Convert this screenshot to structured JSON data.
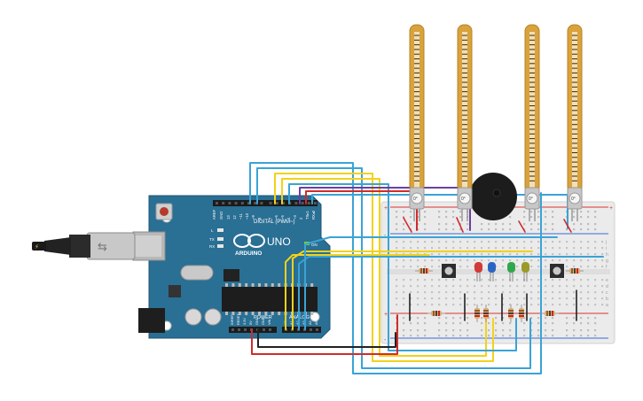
{
  "colors": {
    "board": "#2a6f94",
    "breadboard": "#ebebeb",
    "wire_red": "#d22b2b",
    "wire_yellow": "#f2d21b",
    "wire_blue": "#3aa3d6",
    "wire_black": "#222222",
    "wire_purple": "#6c3fa0",
    "flex": "#d9a23c"
  },
  "arduino": {
    "logo": "ARDUINO",
    "model": "UNO",
    "digital_header": "DIGITAL (PWM~)",
    "power_header": "POWER",
    "analog_header": "ANALOG IN",
    "on_label": "ON",
    "pin_labels": {
      "aref": "AREF",
      "gnd": "GND",
      "d13": "13",
      "d12": "12",
      "d11": "~11",
      "d10": "~10",
      "d9": "~9",
      "d8": "8",
      "d7": "7",
      "d6": "~6",
      "d5": "~5",
      "d4": "4",
      "d3": "~3",
      "d2": "2",
      "tx1": "TX▸1",
      "rx0": "RX◂0",
      "l": "L",
      "tx": "TX",
      "rx": "RX",
      "ioref": "IOREF",
      "reset": "RESET",
      "v33": "3.3V",
      "v5": "5V",
      "gnd1": "GND",
      "gnd2": "GND",
      "vin": "VIN",
      "a0": "A0",
      "a1": "A1",
      "a2": "A2",
      "a3": "A3",
      "a4": "A4",
      "a5": "A5"
    }
  },
  "sensors": {
    "flex_angle": "0°",
    "count": 4
  },
  "breadboard": {
    "rows_top": [
      "j",
      "i",
      "h",
      "g",
      "f"
    ],
    "rows_bottom": [
      "e",
      "d",
      "c",
      "b",
      "a"
    ],
    "plus": "+",
    "minus": "-"
  }
}
